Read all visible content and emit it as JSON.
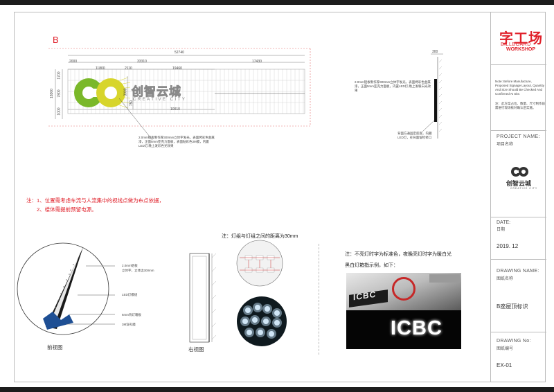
{
  "section_label": "B",
  "elevation": {
    "dims_top": [
      "52740"
    ],
    "dims_mid": [
      "2000",
      "33310",
      "17430"
    ],
    "dims_sub": [
      "11800",
      "2110",
      "19460"
    ],
    "dims_left": [
      "18300",
      "1700",
      "7800",
      "1000"
    ],
    "dims_inner": [
      "3000",
      "750"
    ],
    "dim_bottom": "10010",
    "sign_cn": "创智云城",
    "sign_en": "CREATIVE CITY",
    "side_dim": "300"
  },
  "notes_callouts": {
    "front_note": "2.0mm铝板制作厚300mm立体字发光，表面烤彩色金属漆，正面5mm亚克力面板，表面贴彩色3M膜，内置LED灯,晚上发彩色光效果",
    "right_note": "2.0mm铝板制作厚300mm立体字发光，表面烤彩色金属漆，正面5mm亚克力面板，内置LED灯,晚上发暖白光效果",
    "back_note": "背面方通固定底盘，内藏LED灯，在背面留检修口"
  },
  "general_note": {
    "line1": "注：1、位置需考虑车流与人流集中的视线点做为布点依据，",
    "line2": "2、楼体需提前预留电源。"
  },
  "detail": {
    "label_1": "2.0mm铝板",
    "label_1b": "立体字，立体边300mm",
    "label_2": "LED灯模组",
    "label_3": "6mm背灯箱板",
    "label_4": "3M穿孔膜",
    "front_caption": "前视图",
    "right_caption": "右视图",
    "led_note": "注：灯组与灯组之间的距离为30mm",
    "light_note": "注：不亮灯时字为标准色，夜晚亮灯时字为暖白光",
    "light_note2": "黑白灯箱指示例，如下：",
    "icbc_text": "ICBC",
    "icbc_text_small": "ICBC"
  },
  "title_block": {
    "brand_cn": "字工场",
    "brand_en_1": "BILLBOARD",
    "brand_en_2": "WORKSHOP",
    "note_en": "Note: Before Manufacture, Proposed Signage Layout, Quantity And Size Should Be Checked And Confirmed At Site.",
    "note_cn": "注：此方案占位、数量、尺寸制作前需进行现场核对确认后实施。",
    "project_en": "PROJECT NAME:",
    "project_cn": "项目名称",
    "logo_cn": "创智云城",
    "logo_en": "CREATIVE CITY",
    "date_en": "DATE:",
    "date_cn": "日期",
    "date_value": "2019. 12",
    "drawing_name_en": "DRAWING NAME:",
    "drawing_name_cn": "图纸名称",
    "drawing_name_value": "B座屋顶标识",
    "drawing_no_en": "DRAWING No:",
    "drawing_no_cn": "图纸编号",
    "drawing_no_value": "EX-01"
  },
  "colors": {
    "brand_red": "#e0202a",
    "logo_green": "#7ab829",
    "logo_yellow": "#d7d52c",
    "dim_red": "#e26a6a"
  }
}
